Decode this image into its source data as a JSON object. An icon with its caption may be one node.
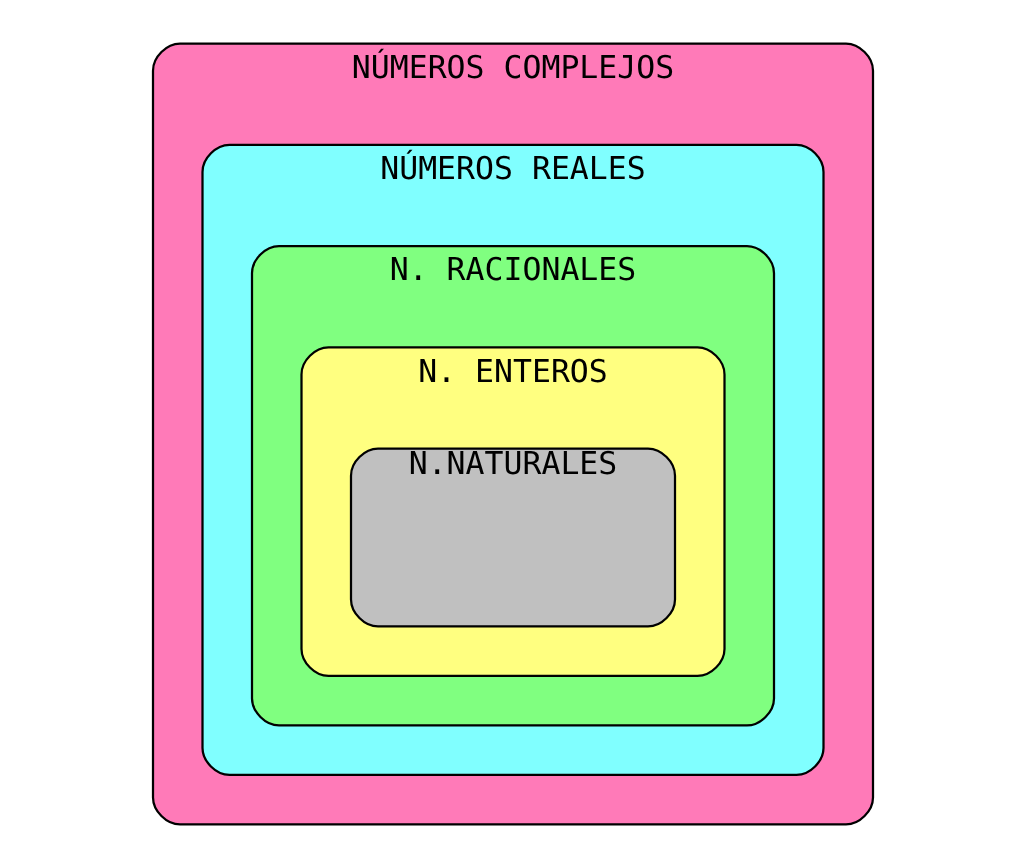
{
  "diagram": {
    "nodes": [
      {
        "text": [
          "NÚMEROS COMPLEJOS"
        ]
      },
      {
        "text": [
          "NÚMEROS REALES"
        ],
        "in": 0
      },
      {
        "text": [
          "N. RACIONALES"
        ],
        "in": 1
      },
      {
        "text": [
          "N. ENTEROS"
        ],
        "in": 2
      },
      {
        "text": [
          "N.NATURALES"
        ],
        "in": 3
      }
    ]
  }
}
